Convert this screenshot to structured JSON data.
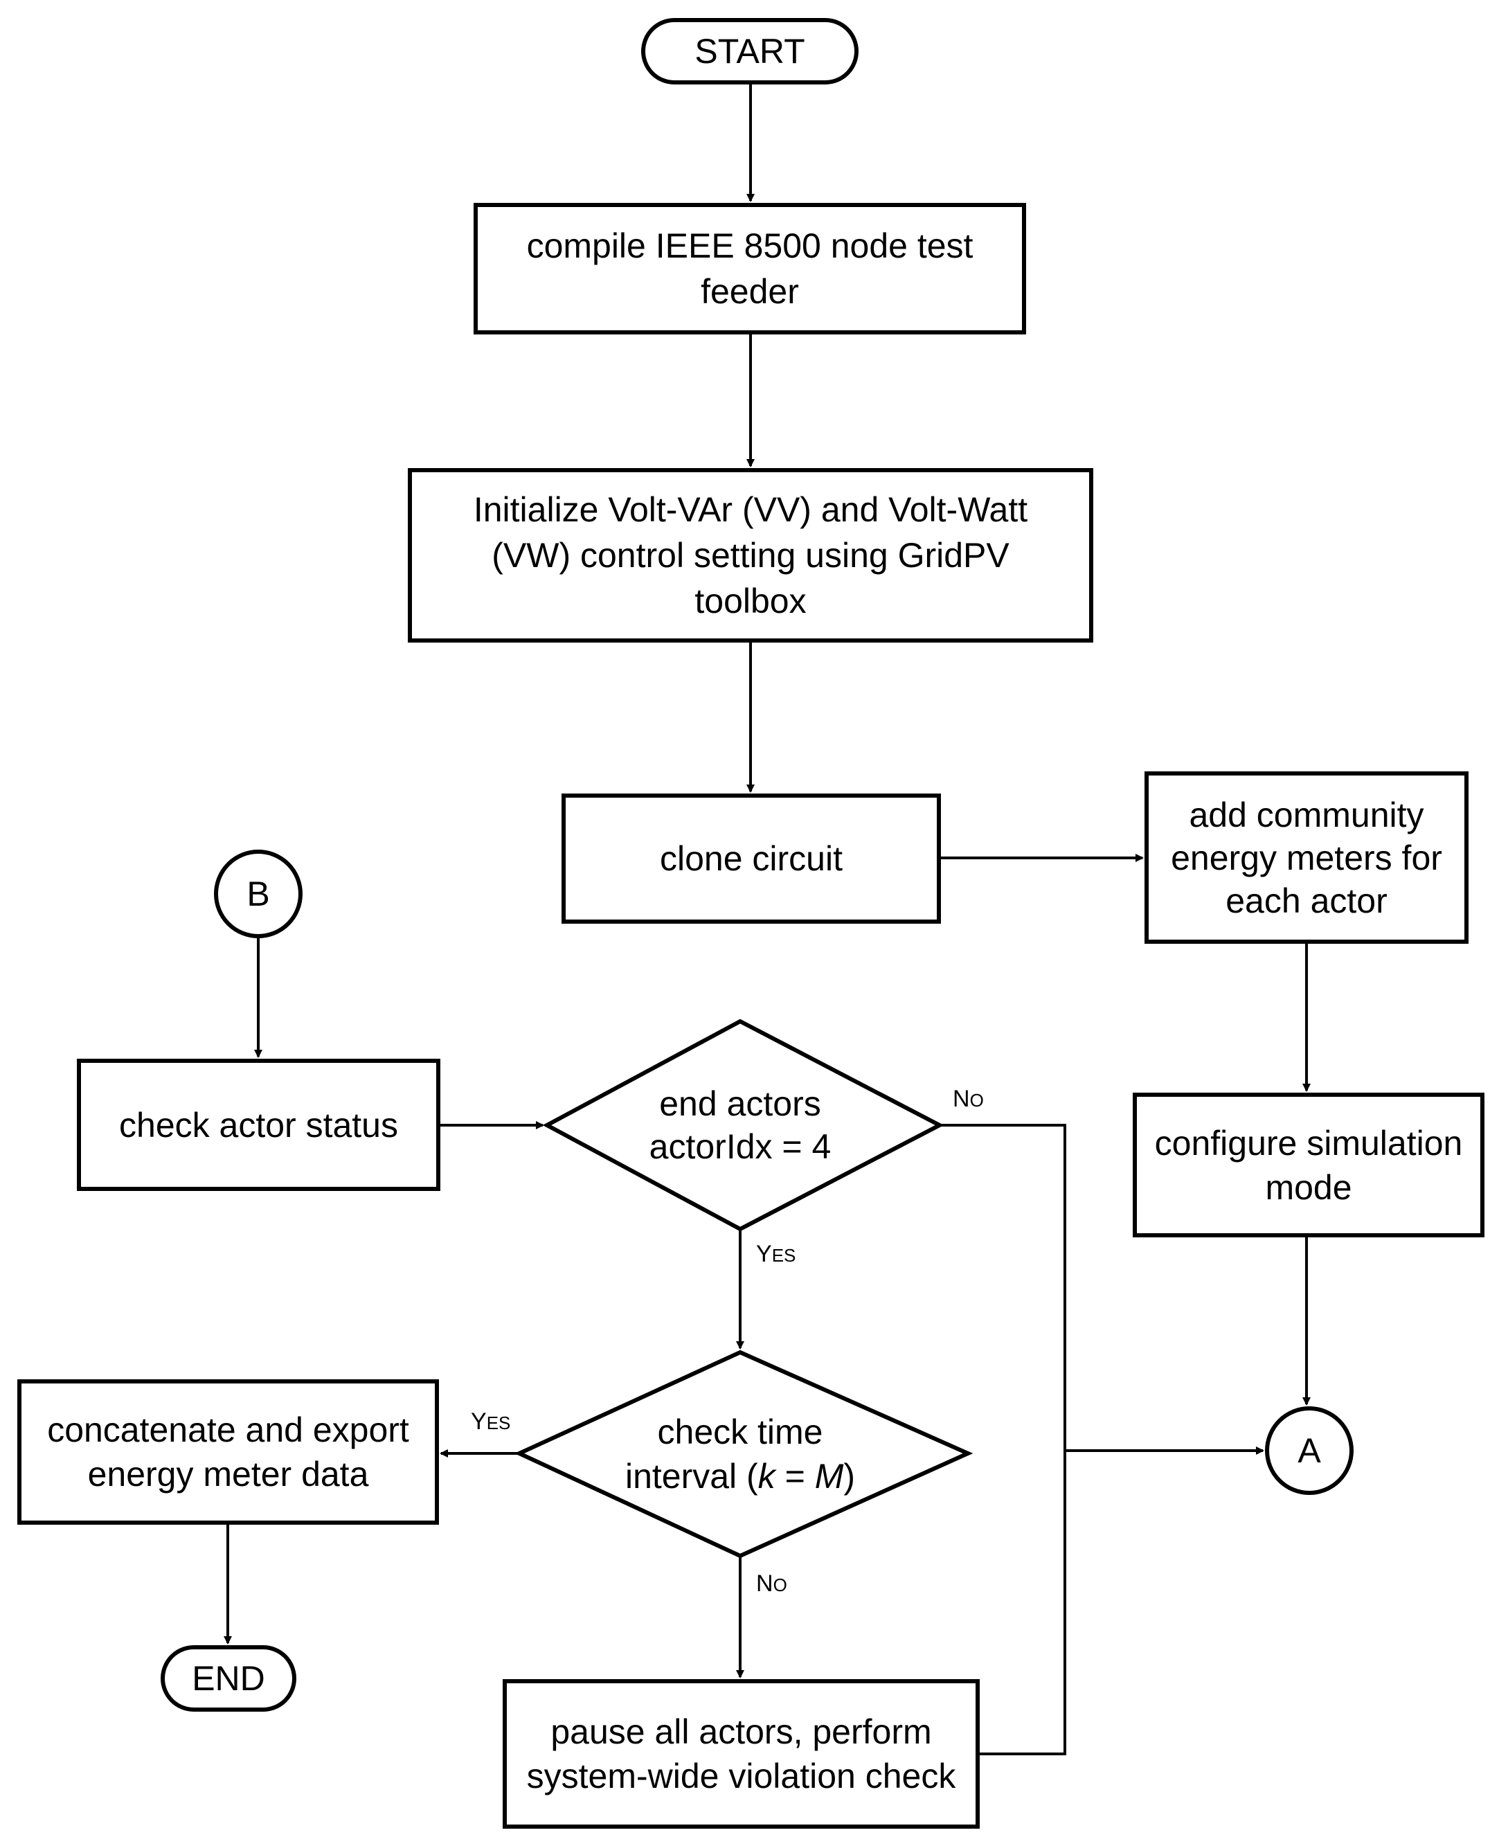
{
  "nodes": {
    "start": "START",
    "compile": "compile IEEE 8500 node test feeder",
    "initialize": "Initialize Volt-VAr (VV) and Volt-Watt (VW) control setting using GridPV toolbox",
    "clone": "clone circuit",
    "add_meters": "add community energy meters for each actor",
    "configure": "configure simulation mode",
    "connector_a": "A",
    "connector_b": "B",
    "check_status": "check actor status",
    "end_actors_line1": "end actors",
    "end_actors_line2": "actorIdx = 4",
    "check_time_line1": "check time",
    "check_time_pre": "interval (",
    "check_time_k": "k",
    "check_time_eq": " = ",
    "check_time_m": "M",
    "check_time_post": ")",
    "concatenate": "concatenate and export energy meter data",
    "pause": "pause all actors, perform system-wide violation check",
    "end": "END"
  },
  "edge_labels": {
    "end_actors_no_first": "N",
    "end_actors_no_rest": "O",
    "end_actors_yes_first": "Y",
    "end_actors_yes_rest": "ES",
    "check_time_yes_first": "Y",
    "check_time_yes_rest": "ES",
    "check_time_no_first": "N",
    "check_time_no_rest": "O"
  },
  "colors": {
    "stroke": "#000000",
    "background": "#ffffff"
  }
}
